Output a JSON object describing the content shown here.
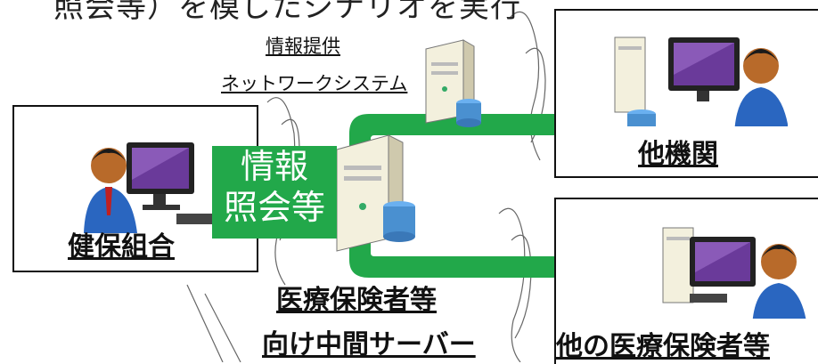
{
  "top_caption": "照会等）を模したシナリオを実行",
  "network_system": {
    "line1": "情報提供",
    "line2": "ネットワークシステム"
  },
  "kenpo": {
    "label": "健保組合"
  },
  "inquiry": {
    "line1": "情報",
    "line2": "照会等"
  },
  "intermediate_server": {
    "line1": "医療保険者等",
    "line2": "向け中間サーバー"
  },
  "other_org": {
    "label": "他機関"
  },
  "other_insurers": {
    "label": "他の医療保険者等"
  },
  "colors": {
    "arrow_green": "#22a84a",
    "label_green": "#22a84a",
    "monitor_purple": "#6a3a9a",
    "server_beige": "#e8e4d0",
    "db_blue": "#4a90d0"
  }
}
